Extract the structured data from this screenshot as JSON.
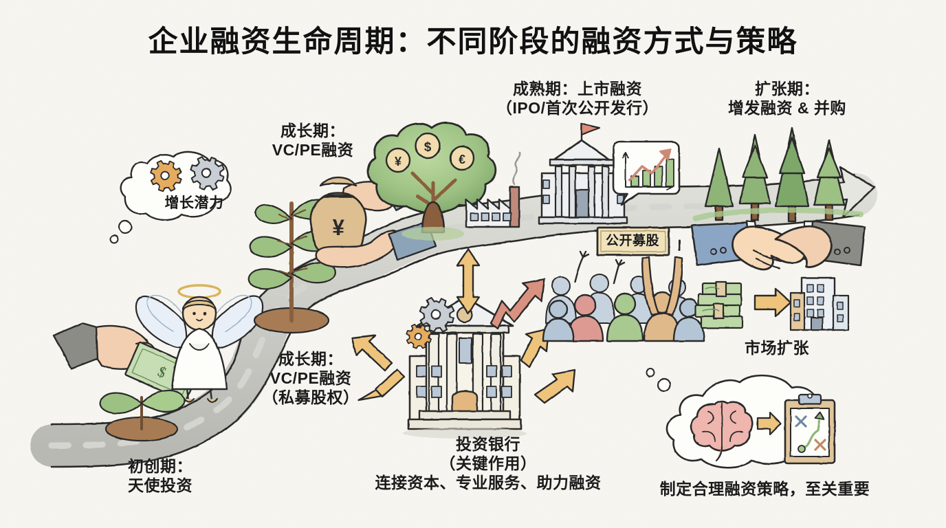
{
  "title": "企业融资生命周期：不同阶段的融资方式与策略",
  "background_color": "#f7f6f1",
  "stages": [
    {
      "key": "startup",
      "label": "初创期：\n天使投资",
      "thought_bubble": null,
      "icons": [
        "hand-with-dollar-bill-icon",
        "angel-icon",
        "sprout-icon"
      ]
    },
    {
      "key": "growth_top",
      "label": "成长期：\nVC/PE融资",
      "icons": [
        "hand-holding-money-bag-icon",
        "sapling-icon"
      ]
    },
    {
      "key": "growth_bottom",
      "label": "成长期：\nVC/PE融资\n（私募股权）",
      "icons": [
        "road-icon"
      ]
    },
    {
      "key": "mature",
      "label": "成熟期：上市融资\n（IPO/首次公开发行）",
      "icons": [
        "money-tree-icon",
        "factory-icon",
        "stock-exchange-building-icon",
        "growth-chart-bubble-icon"
      ]
    },
    {
      "key": "expansion",
      "label": "扩张期：\n增发融资 & 并购",
      "icons": [
        "forest-icon",
        "handshake-icon"
      ]
    }
  ],
  "annotations": {
    "growth_potential": "增长潜力",
    "public_offering_sign": "公开募股",
    "market_expansion": "市场扩张",
    "investment_bank": "投资银行\n（关键作用）\n连接资本、专业服务、助力融资",
    "strategy_note": "制定合理融资策略，至关重要"
  },
  "money_tree_currencies": [
    "¥",
    "$",
    "€"
  ],
  "money_bag_symbol": "¥",
  "dollar_bill_symbol": "$",
  "colors": {
    "paper": "#f7f6f1",
    "ink": "#2b2b2b",
    "road": "#c9c9c4",
    "arrow_orange": "#eec47c",
    "arrow_red": "#d99180",
    "leaf_green": "#9dc183",
    "money_green": "#a8c98f",
    "building_blue": "#b9c7d6",
    "skin": "#f2cfb0",
    "suit_blue": "#8ba6c4",
    "suit_gray": "#8c8c87",
    "brain_pink": "#eeb6ae",
    "sign_cream": "#f0e2bc"
  }
}
